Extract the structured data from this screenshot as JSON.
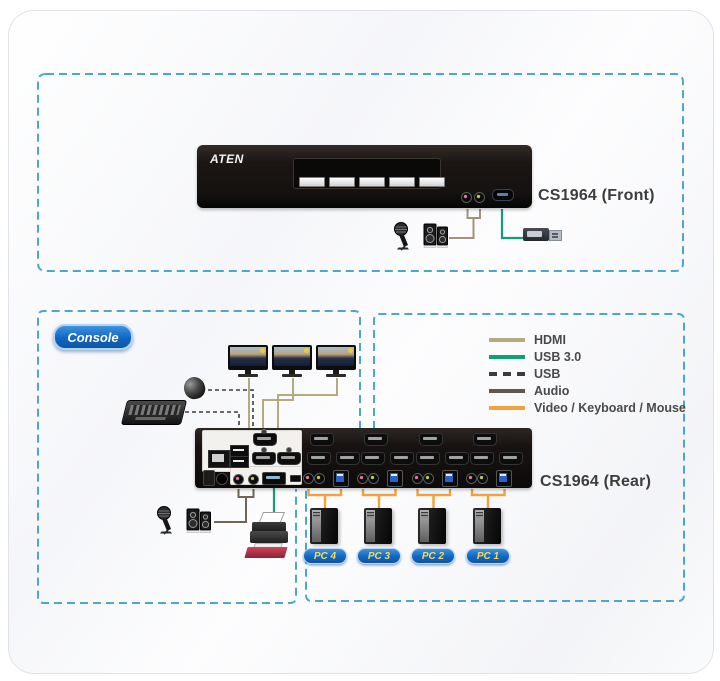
{
  "device": {
    "brand": "ATEN",
    "front_label": "CS1964 (Front)",
    "rear_label": "CS1964 (Rear)"
  },
  "console": {
    "badge": "Console"
  },
  "legend": {
    "items": [
      {
        "label": "HDMI",
        "color": "#b3ab80",
        "style": "solid"
      },
      {
        "label": "USB 3.0",
        "color": "#0fa07a",
        "style": "solid"
      },
      {
        "label": "USB",
        "color": "#3c3c3c",
        "style": "dashed"
      },
      {
        "label": "Audio",
        "color": "#60564a",
        "style": "solid"
      },
      {
        "label": "Video / Keyboard / Mouse",
        "color": "#f0a23c",
        "style": "solid"
      }
    ]
  },
  "pcs": [
    {
      "label": "PC 4"
    },
    {
      "label": "PC 3"
    },
    {
      "label": "PC 2"
    },
    {
      "label": "PC 1"
    }
  ],
  "colors": {
    "dashed_box_blue": "#4da6ce",
    "badge_blue": "#1266c0",
    "pc_badge_text": "#ffd84d",
    "hdmi_line": "#b3ab80",
    "usb3_line": "#0fa07a",
    "usb_line": "#3c3c3c",
    "audio_line_front": "#a0947c",
    "audio_line_rear": "#6f6656",
    "vkm_line": "#f0a23c"
  },
  "icons": {
    "monitor": "monitor-icon",
    "mouse": "mouse-icon",
    "keyboard": "keyboard-icon",
    "microphone": "microphone-icon",
    "speakers": "speakers-icon",
    "usb_drive": "usb-drive-icon",
    "printer": "printer-icon",
    "pc_tower": "pc-tower-icon"
  }
}
